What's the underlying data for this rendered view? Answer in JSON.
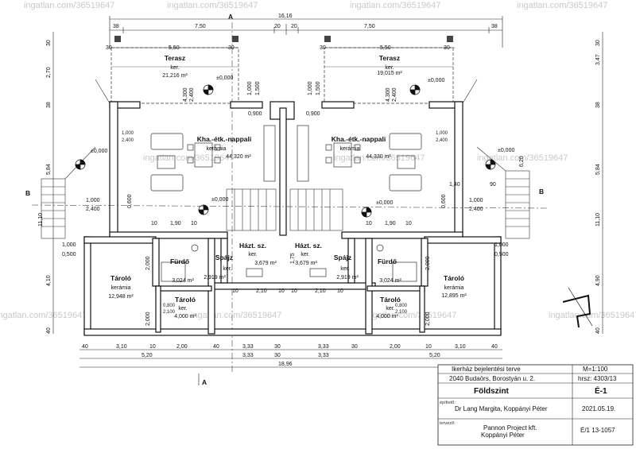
{
  "watermark": "ingatlan.com/36519647",
  "section_marks": {
    "a_top": "A",
    "a_bottom": "A",
    "b_left": "B",
    "b_right": "B"
  },
  "dims_top": {
    "overall": "16,16",
    "left": [
      "38",
      "7,50",
      "20",
      "20",
      "7,50",
      "38"
    ],
    "terrace_left": [
      "30",
      "5,50",
      "30"
    ],
    "terrace_right": [
      "30",
      "5,50",
      "30"
    ]
  },
  "dims_left_vert": [
    "30",
    "2,70",
    "38",
    "5,84",
    "11,10",
    "4,10",
    "40"
  ],
  "dims_right_vert": [
    "30",
    "3,47",
    "38",
    "6,20",
    "5,84",
    "11,10",
    "4,90",
    "40"
  ],
  "dims_bottom": {
    "row1": [
      "40",
      "3,10",
      "10",
      "2,00",
      "40",
      "3,33",
      "30",
      "3,33",
      "30",
      "2,00",
      "10",
      "3,10",
      "40"
    ],
    "row2": [
      "5,20",
      "3,33",
      "30",
      "3,33",
      "5,20"
    ],
    "overall": "18,96"
  },
  "rooms": {
    "terasz_left": {
      "name": "Terasz",
      "floor": "ker.",
      "area": "21,216 m²"
    },
    "terasz_right": {
      "name": "Terasz",
      "floor": "ker.",
      "area": "19,015 m²"
    },
    "living_left": {
      "name": "Kha.-étk.-nappali",
      "floor": "kerámia",
      "area": "44,320 m²"
    },
    "living_right": {
      "name": "Kha.-étk.-nappali",
      "floor": "kerámia",
      "area": "44,330 m²"
    },
    "hazt_left": {
      "name": "Házt. sz.",
      "floor": "ker.",
      "area": "3,679 m²"
    },
    "hazt_right": {
      "name": "Házt. sz.",
      "floor": "ker.",
      "area": "3,679 m²"
    },
    "spajz_left": {
      "name": "Spájz",
      "floor": "ker.",
      "area": "2,919 m²"
    },
    "spajz_right": {
      "name": "Spájz",
      "floor": "ker.",
      "area": "2,919 m²"
    },
    "furdo_left": {
      "name": "Fürdő",
      "area": "3,024 m²"
    },
    "furdo_right": {
      "name": "Fürdő",
      "area": "3,024 m²"
    },
    "tarolo_big_left": {
      "name": "Tároló",
      "floor": "kerámia",
      "area": "12,948 m²"
    },
    "tarolo_big_right": {
      "name": "Tároló",
      "floor": "kerámia",
      "area": "12,895 m²"
    },
    "tarolo_small_left": {
      "name": "Tároló",
      "floor": "ker.",
      "area": "4,000 m²"
    },
    "tarolo_small_right": {
      "name": "Tároló",
      "floor": "ker.",
      "area": "4,000 m²"
    }
  },
  "levels": {
    "zero": "±0,000"
  },
  "openings": {
    "door_0900": "0,900",
    "w_1000": "1,000",
    "w_1500": "1,500",
    "w_2400": "2,400",
    "w_4300": "4,300",
    "w_2100": "2,100",
    "w_0800": "0,800",
    "w_0600": "0,600",
    "w_0500": "0,500",
    "w_2000": "2,000",
    "w_1400": "1,40",
    "d_190": "1,90",
    "d_10": "10",
    "d_210": "2,10",
    "d_90": "90",
    "d_175": "1,75"
  },
  "title_block": {
    "project": "Ikerház bejelentési terve",
    "scale": "M=1:100",
    "address": "2040 Budaörs, Borostyán u. 2.",
    "parcel": "hrsz: 4303/13",
    "sheet_name": "Földszint",
    "sheet_code": "É-1",
    "builder_label": "építtető:",
    "builder": "Dr Lang Margita, Koppányi Péter",
    "date": "2021.05.19.",
    "designer_label": "tervező:",
    "designer_company": "Pannon Project kft.",
    "designer_person": "Koppányi Péter",
    "license": "É/1 13-1057"
  }
}
